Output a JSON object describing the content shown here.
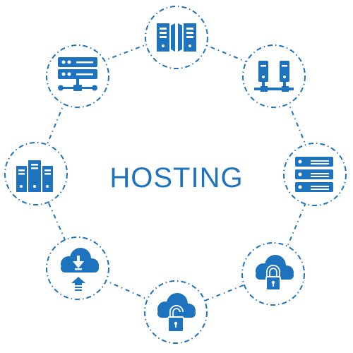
{
  "title": "HOSTING",
  "colors": {
    "accent": "#1e73be",
    "background": "#ffffff"
  },
  "nodes": [
    {
      "id": "node-top",
      "icon": "server-racks-icon"
    },
    {
      "id": "node-top-right",
      "icon": "server-towers-icon"
    },
    {
      "id": "node-right",
      "icon": "server-rack-stack-icon"
    },
    {
      "id": "node-bottom-right",
      "icon": "cloud-lock-icon"
    },
    {
      "id": "node-bottom",
      "icon": "cloud-unlocked-icon"
    },
    {
      "id": "node-bottom-left",
      "icon": "cloud-upload-download-icon"
    },
    {
      "id": "node-left",
      "icon": "server-cluster-icon"
    },
    {
      "id": "node-top-left",
      "icon": "network-server-icon"
    }
  ]
}
